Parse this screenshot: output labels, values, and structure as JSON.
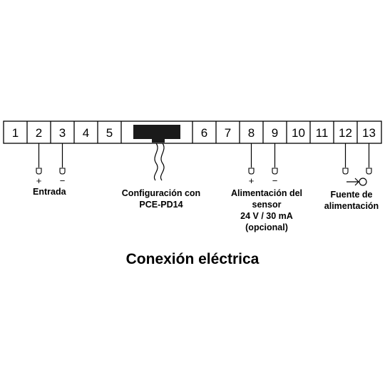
{
  "terminals": [
    "1",
    "2",
    "3",
    "4",
    "5",
    "6",
    "7",
    "8",
    "9",
    "10",
    "11",
    "12",
    "13"
  ],
  "polarity": {
    "plus": "+",
    "minus": "−"
  },
  "labels": {
    "entrada": "Entrada",
    "config": [
      "Configuración con",
      "PCE-PD14"
    ],
    "alim_sensor": [
      "Alimentación del",
      "sensor",
      "24 V / 30 mA",
      "(opcional)"
    ],
    "fuente": [
      "Fuente de",
      "alimentación"
    ]
  },
  "caption": "Conexión eléctrica",
  "colors": {
    "line": "#000000",
    "block": "#1a1a1a",
    "background": "#ffffff"
  }
}
